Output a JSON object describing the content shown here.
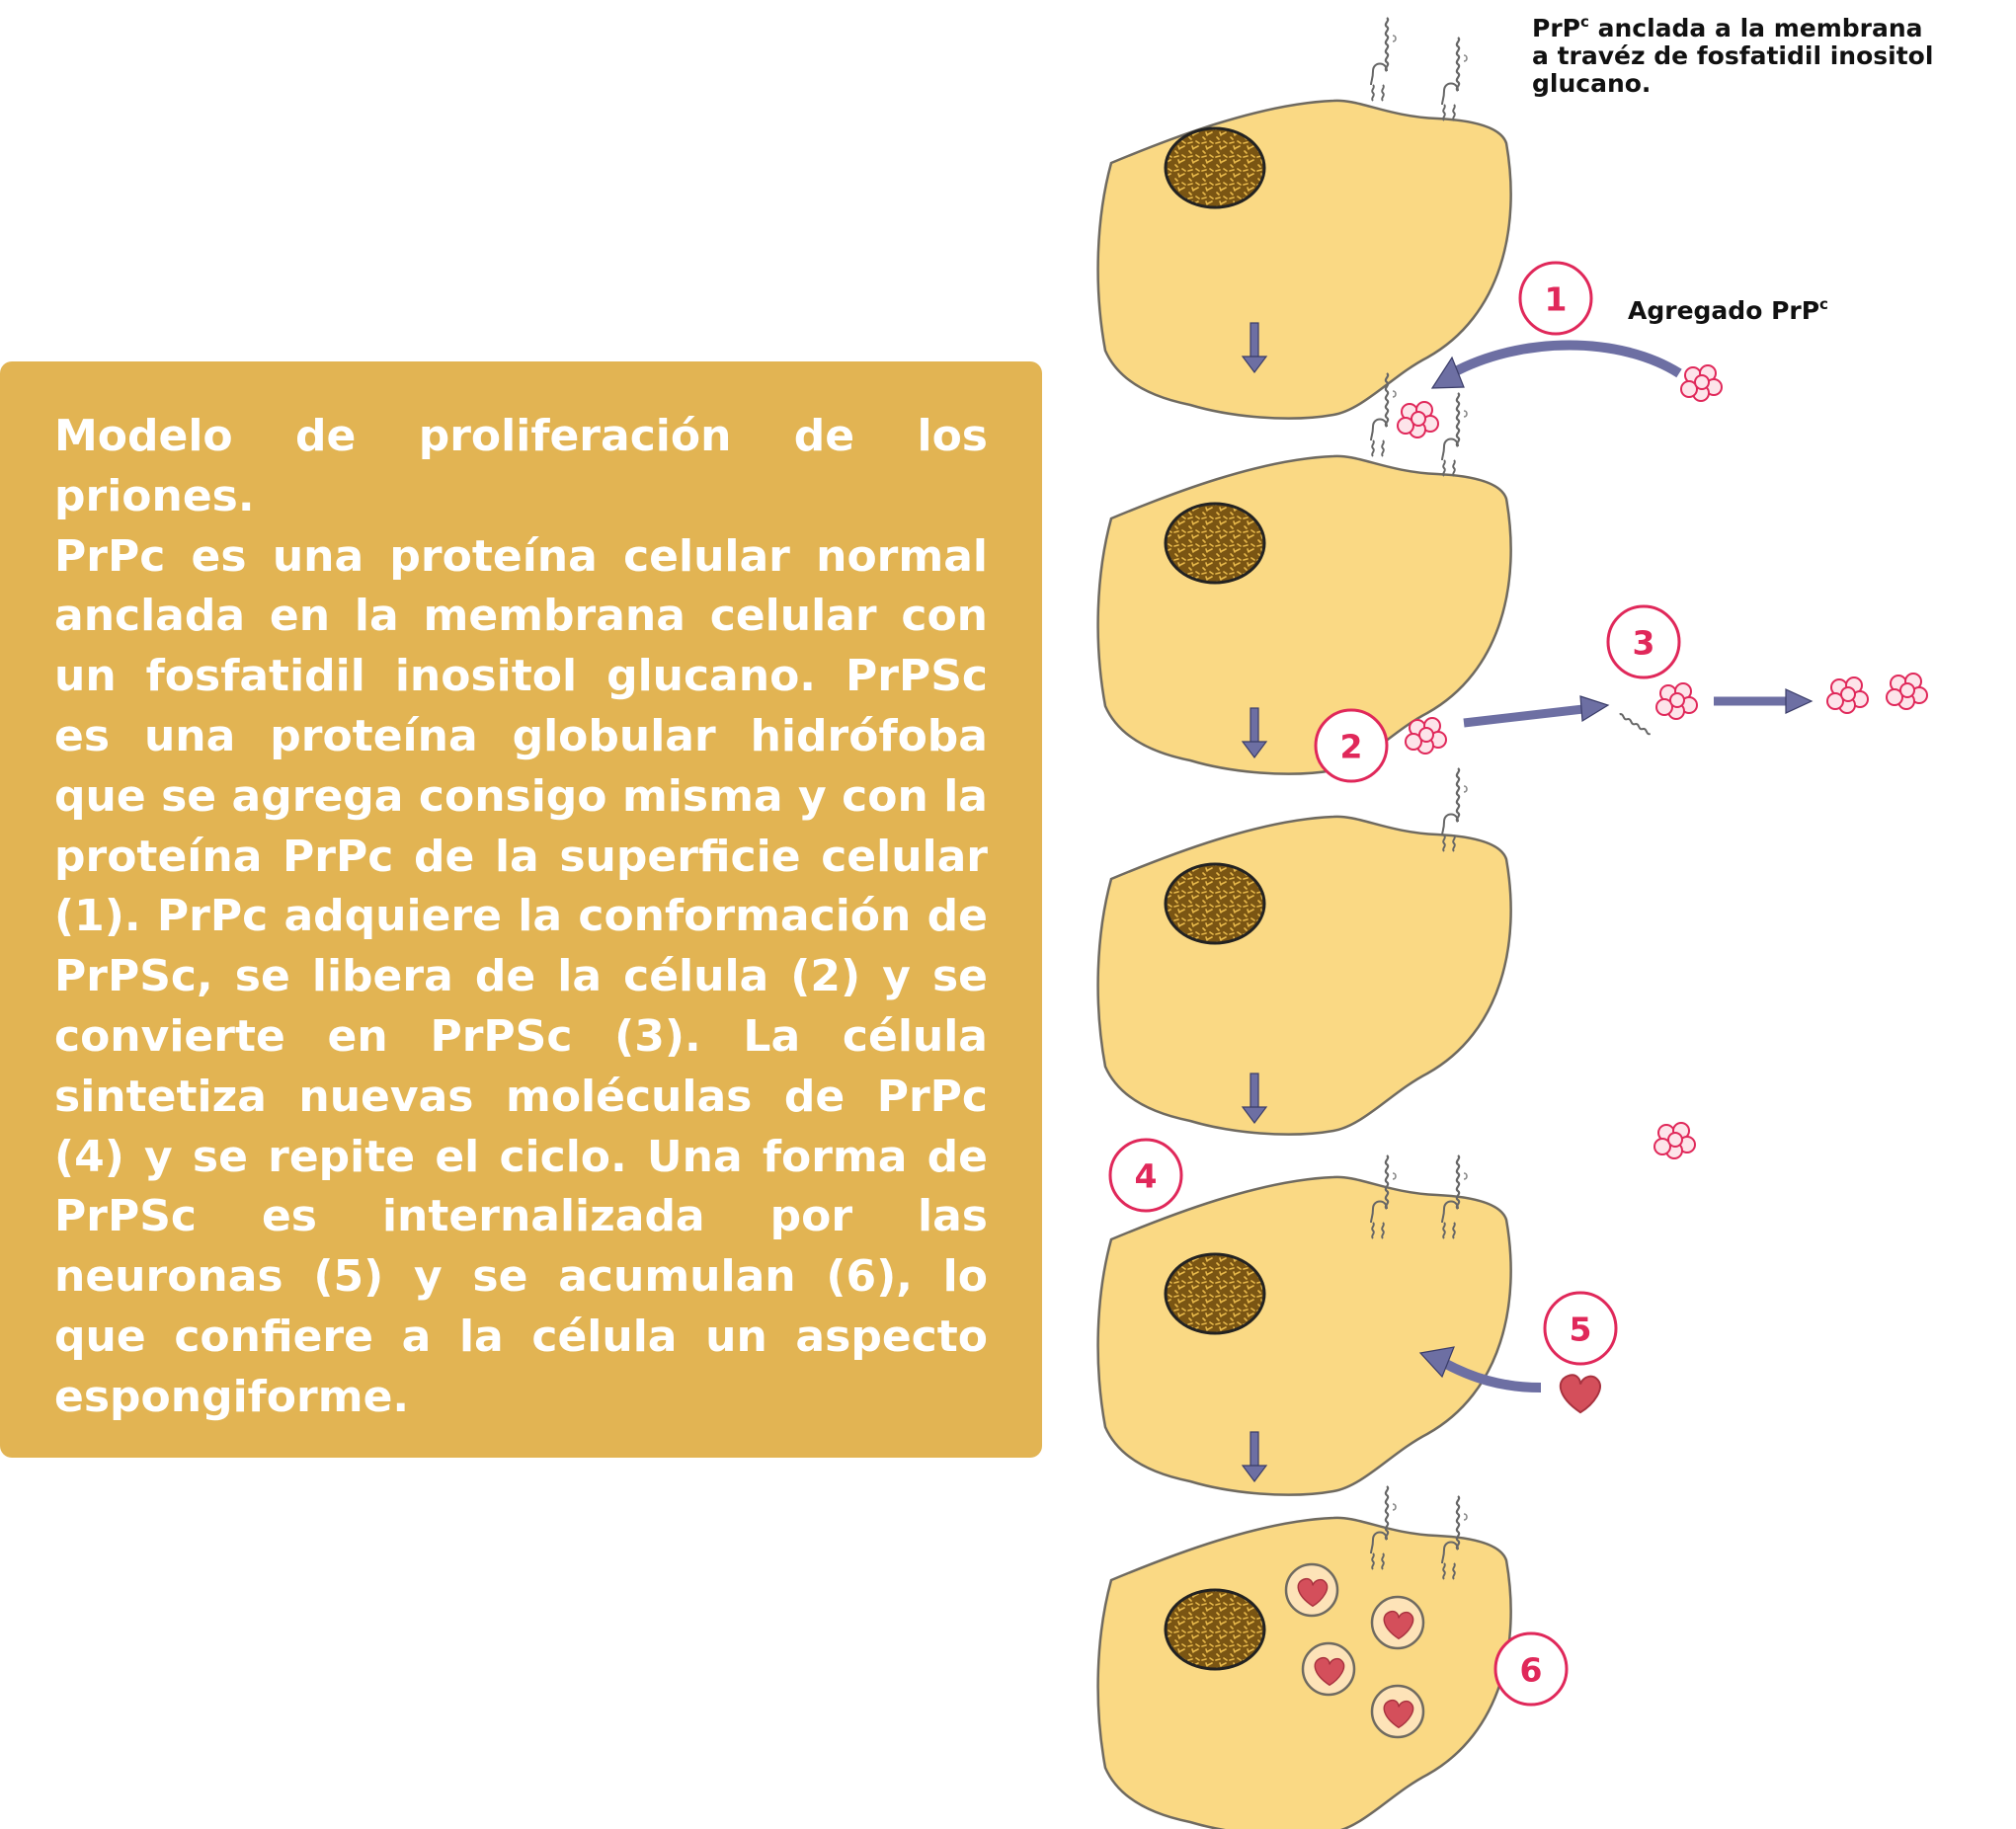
{
  "description_box": {
    "title": "Modelo de proliferación de los priones.",
    "paragraph": "PrPc es una proteína celular normal anclada en la membrana celular con un fosfatidil inositol glucano. PrPSc es una proteína globular hidrófoba que se agrega consigo misma y con la proteína PrPc de la superficie celular (1). PrPc adquiere la conformación de PrPSc, se libera de la célula (2) y se convierte en PrPSc (3). La célula sintetiza nuevas moléculas de PrPc (4) y se repite el ciclo. Una forma de PrPSc es internalizada por las neuronas (5) y se acumulan (6), lo que confiere a la célula un aspecto espongiforme."
  },
  "diagram": {
    "anchor_label": {
      "line1_prefix": "PrP",
      "line1_superscript": "c",
      "line1_suffix": " anclada a la membrana",
      "line2": "a travéz de fosfatidil inositol",
      "line3": "glucano."
    },
    "aggregate_label": {
      "prefix": "Agregado PrP",
      "superscript": "c"
    },
    "step_numbers": [
      "1",
      "2",
      "3",
      "4",
      "5",
      "6"
    ]
  },
  "colors": {
    "text_box": "#e2b453",
    "cell_fill": "#fad984",
    "nucleus": "#6f4d12",
    "number_red": "#e0285a",
    "arrow_purple": "#6d6fa3",
    "prion_red": "#e0285a",
    "heart_red": "#d44f5b"
  }
}
